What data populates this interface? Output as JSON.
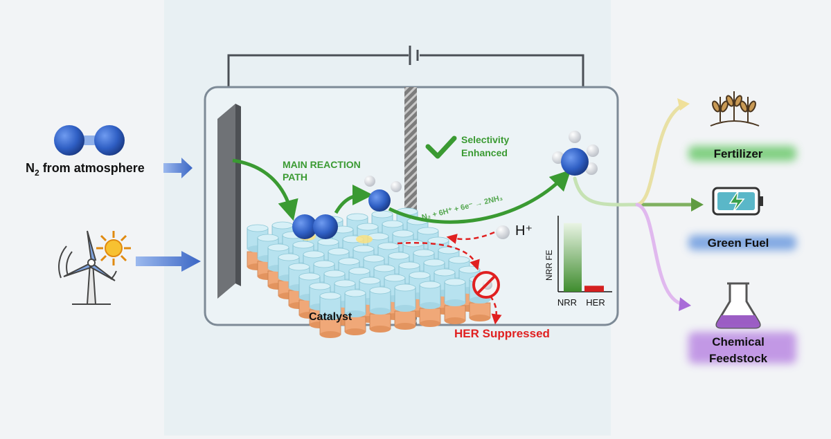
{
  "inputs": {
    "n2_label_prefix": "N",
    "n2_label_sub": "2",
    "n2_label_suffix": " from atmosphere"
  },
  "cell": {
    "main_path_line1": "MAIN REACTION",
    "main_path_line2": "PATH",
    "selectivity_line1": "Selectivity",
    "selectivity_line2": "Enhanced",
    "reaction_equation": "N₂ + 6H⁺ + 6e⁻ → 2NH₃",
    "proton_label": "H⁺",
    "catalyst_label": "Catalyst",
    "her_label": "HER Suppressed"
  },
  "chart_data": {
    "type": "bar",
    "categories": [
      "NRR",
      "HER"
    ],
    "values": [
      0.92,
      0.08
    ],
    "ylabel": "NRR FE",
    "xlabel": "",
    "ylim": [
      0,
      1
    ],
    "colors": [
      "#4f9a3c",
      "#d42020"
    ]
  },
  "outputs": [
    {
      "label_lines": [
        "Fertilizer"
      ],
      "icon": "wheat-icon",
      "color": "#5cc45c"
    },
    {
      "label_lines": [
        "Green Fuel"
      ],
      "icon": "battery-icon",
      "color": "#5b8fdc"
    },
    {
      "label_lines": [
        "Chemical",
        "Feedstock"
      ],
      "icon": "flask-icon",
      "color": "#b27ae0"
    }
  ],
  "colors": {
    "panel_bg": "#e8f0f3",
    "arrow_blue": "#3a66c4",
    "path_green": "#3a9a32",
    "her_red": "#e02020",
    "molecule_blue": "#2f5fc4"
  }
}
